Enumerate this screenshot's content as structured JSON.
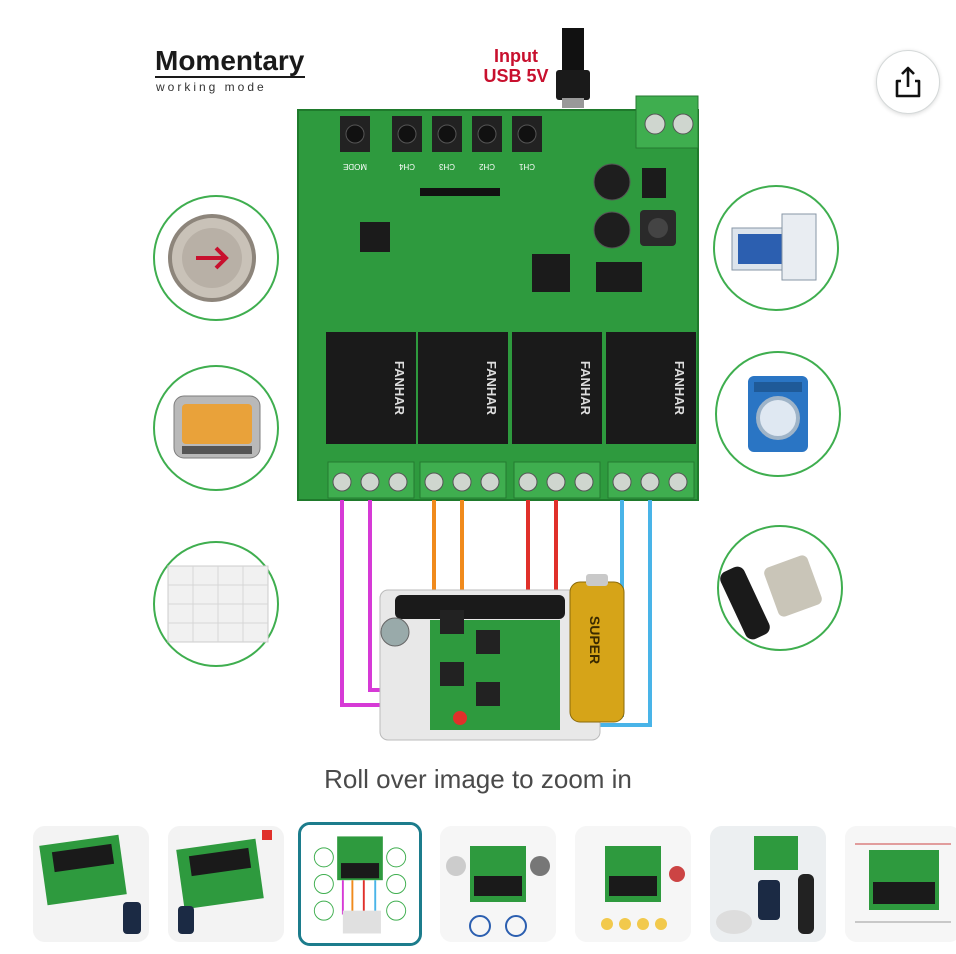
{
  "product_image": {
    "mode_title": "Momentary",
    "mode_subtitle": "working mode",
    "input_label_line1": "Input",
    "input_label_line2": "USB 5V",
    "board_labels": [
      "MODE",
      "CH4",
      "CH3",
      "CH2",
      "CH1"
    ],
    "relay_brand": "FANHAR",
    "battery_label": "SUPER"
  },
  "share_icon": "share-icon",
  "zoom_hint": "Roll over image to zoom in",
  "thumbnails": [
    {
      "name": "thumb-1",
      "selected": false
    },
    {
      "name": "thumb-2",
      "selected": false
    },
    {
      "name": "thumb-3",
      "selected": true
    },
    {
      "name": "thumb-4",
      "selected": false
    },
    {
      "name": "thumb-5",
      "selected": false
    },
    {
      "name": "thumb-6",
      "selected": false
    },
    {
      "name": "thumb-7",
      "selected": false
    }
  ],
  "colors": {
    "pcb_green": "#2e9a3e",
    "terminal_green": "#3fae4f",
    "wire_magenta": "#d63ad6",
    "wire_orange": "#f08a1c",
    "wire_red": "#e0302a",
    "wire_blue": "#49b4e8",
    "selected_border": "#1c7c8c",
    "input_label_red": "#c8102e"
  }
}
